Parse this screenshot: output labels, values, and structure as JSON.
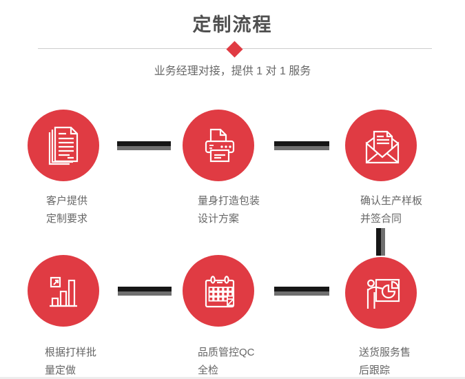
{
  "page": {
    "title": "定制流程",
    "subtitle": "业务经理对接，提供 1 对 1 服务"
  },
  "colors": {
    "accent_red": "#e03b43",
    "connector_dark": "#161616",
    "connector_gray": "#6f6f6f",
    "title_gray": "#4f4f4f",
    "text_gray": "#666666",
    "divider_gray": "#cccccc"
  },
  "steps": [
    {
      "id": 1,
      "icon": "documents-icon",
      "label_line1": "客户提供",
      "label_line2": "定制要求"
    },
    {
      "id": 2,
      "icon": "printer-icon",
      "label_line1": "量身打造包装",
      "label_line2": "设计方案"
    },
    {
      "id": 3,
      "icon": "envelope-icon",
      "label_line1": "确认生产样板",
      "label_line2": "并签合同"
    },
    {
      "id": 4,
      "icon": "bar-chart-icon",
      "label_line1": "根据打样批",
      "label_line2": "量定做"
    },
    {
      "id": 5,
      "icon": "calendar-icon",
      "label_line1": "品质管控QC",
      "label_line2": "全检"
    },
    {
      "id": 6,
      "icon": "presenter-icon",
      "label_line1": "送货服务售",
      "label_line2": "后跟踪"
    }
  ]
}
